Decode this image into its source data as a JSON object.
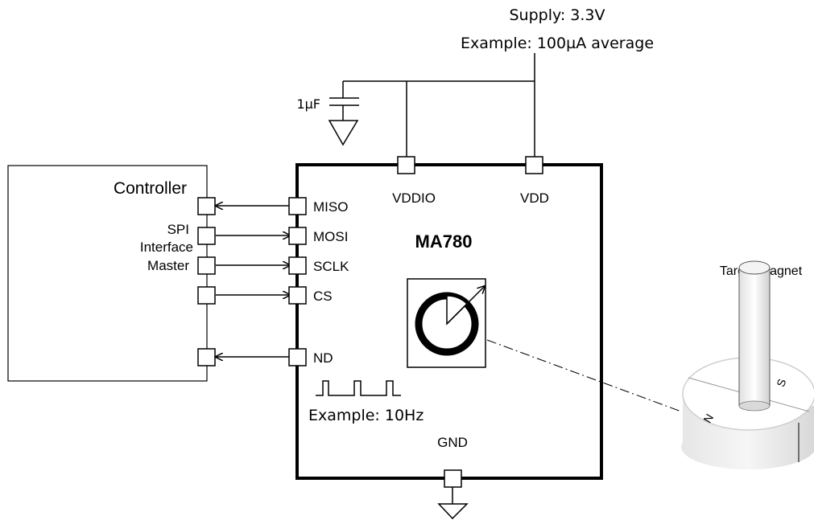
{
  "supply": {
    "voltage": "Supply: 3.3V",
    "current": "Example: 100µA average"
  },
  "capacitor": {
    "label": "1µF"
  },
  "controller": {
    "title": "Controller",
    "interface_lines": [
      "SPI",
      "Interface",
      "Master"
    ]
  },
  "chip": {
    "name": "MA780",
    "pins": {
      "miso": "MISO",
      "mosi": "MOSI",
      "sclk": "SCLK",
      "cs": "CS",
      "nd": "ND",
      "vddio": "VDDIO",
      "vdd": "VDD",
      "gnd": "GND"
    },
    "nd_example": "Example: 10Hz"
  },
  "magnet": {
    "title": "Target Magnet",
    "north": "N",
    "south": "S"
  }
}
